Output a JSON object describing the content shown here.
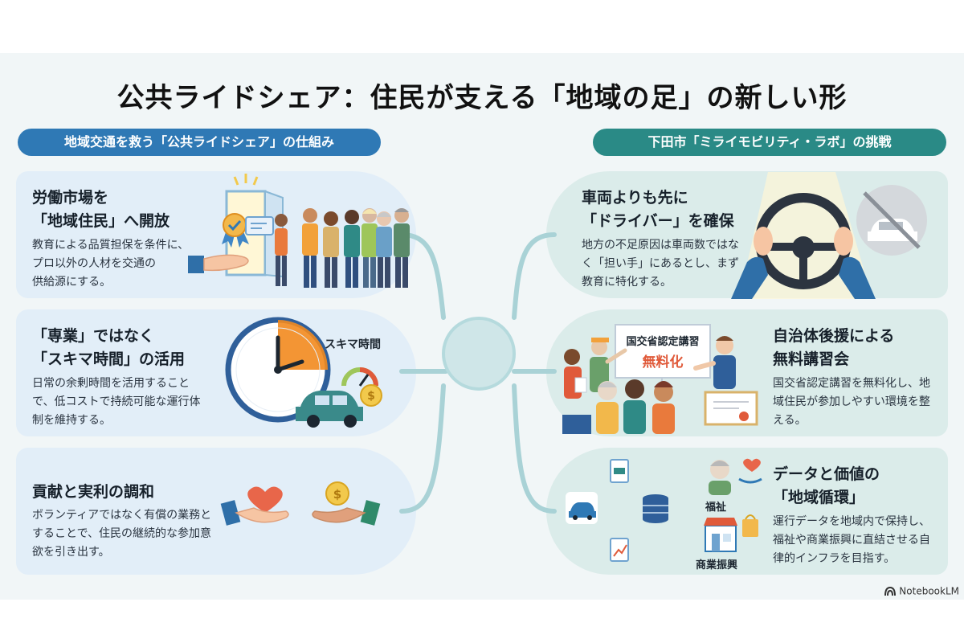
{
  "title": "公共ライドシェア：住民が支える「地域の足」の新しい形",
  "left_section": {
    "heading": "地域交通を救う「公共ライドシェア」の仕組み",
    "cards": [
      {
        "title": "労働市場を\n「地域住民」へ開放",
        "body": "教育による品質担保を条件に、\nプロ以外の人材を交通の\n供給源にする。"
      },
      {
        "title": "「専業」ではなく\n「スキマ時間」の活用",
        "body": "日常の余剰時間を活用することで、低コストで持続可能な運行体制を維持する。",
        "illustration_label": "スキマ時間"
      },
      {
        "title": "貢献と実利の調和",
        "body": "ボランティアではなく有償の業務とすることで、住民の継続的な参加意欲を引き出す。"
      }
    ]
  },
  "right_section": {
    "heading": "下田市「ミライモビリティ・ラボ」の挑戦",
    "cards": [
      {
        "title": "車両よりも先に\n「ドライバー」を確保",
        "body": "地方の不足原因は車両数ではなく「担い手」にあるとし、まず教育に特化する。"
      },
      {
        "title": "自治体後援による\n無料講習会",
        "body": "国交省認定講習を無料化し、地域住民が参加しやすい環境を整える。",
        "board_line1": "国交省認定講習",
        "board_line2": "無料化"
      },
      {
        "title": "データと価値の\n「地域循環」",
        "body": "運行データを地域内で保持し、福祉や商業振興に直結させる自律的インフラを目指す。",
        "label_welfare": "福祉",
        "label_commerce": "商業振興"
      }
    ]
  },
  "watermark": "NotebookLM",
  "colors": {
    "left_accent": "#2f79b5",
    "right_accent": "#2a8a86",
    "left_card": "#e2eef8",
    "right_card": "#dbecea",
    "clock_orange": "#f28a1e"
  }
}
